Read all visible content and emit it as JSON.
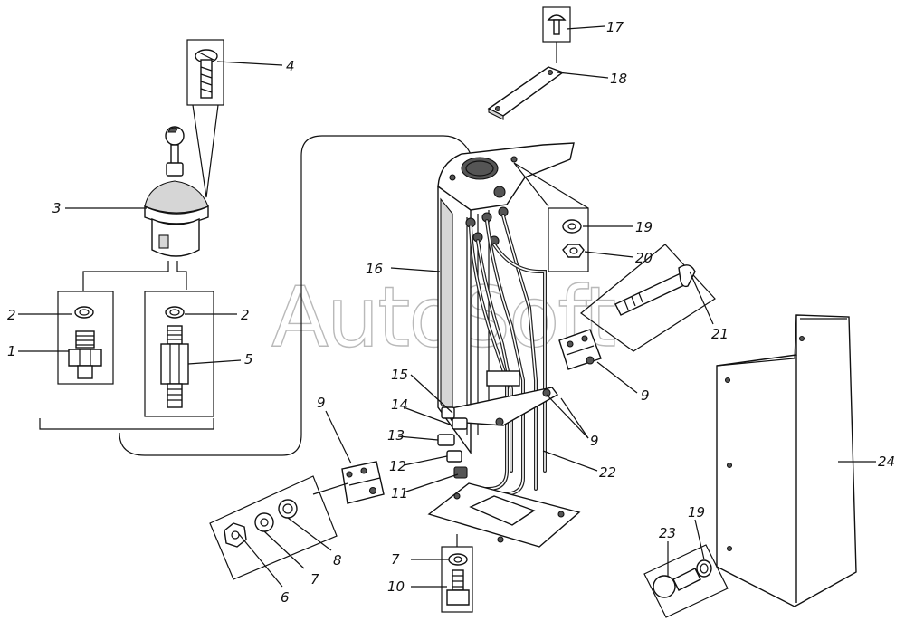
{
  "watermark": "AutoSoft",
  "colors": {
    "line": "#111111",
    "background": "#ffffff",
    "watermark": "#b9b9b9"
  },
  "callouts": [
    "1",
    "2",
    "2",
    "3",
    "4",
    "5",
    "6",
    "7",
    "7",
    "8",
    "9",
    "9",
    "9",
    "10",
    "11",
    "12",
    "13",
    "14",
    "15",
    "16",
    "17",
    "18",
    "19",
    "19",
    "20",
    "21",
    "22",
    "23",
    "24"
  ]
}
